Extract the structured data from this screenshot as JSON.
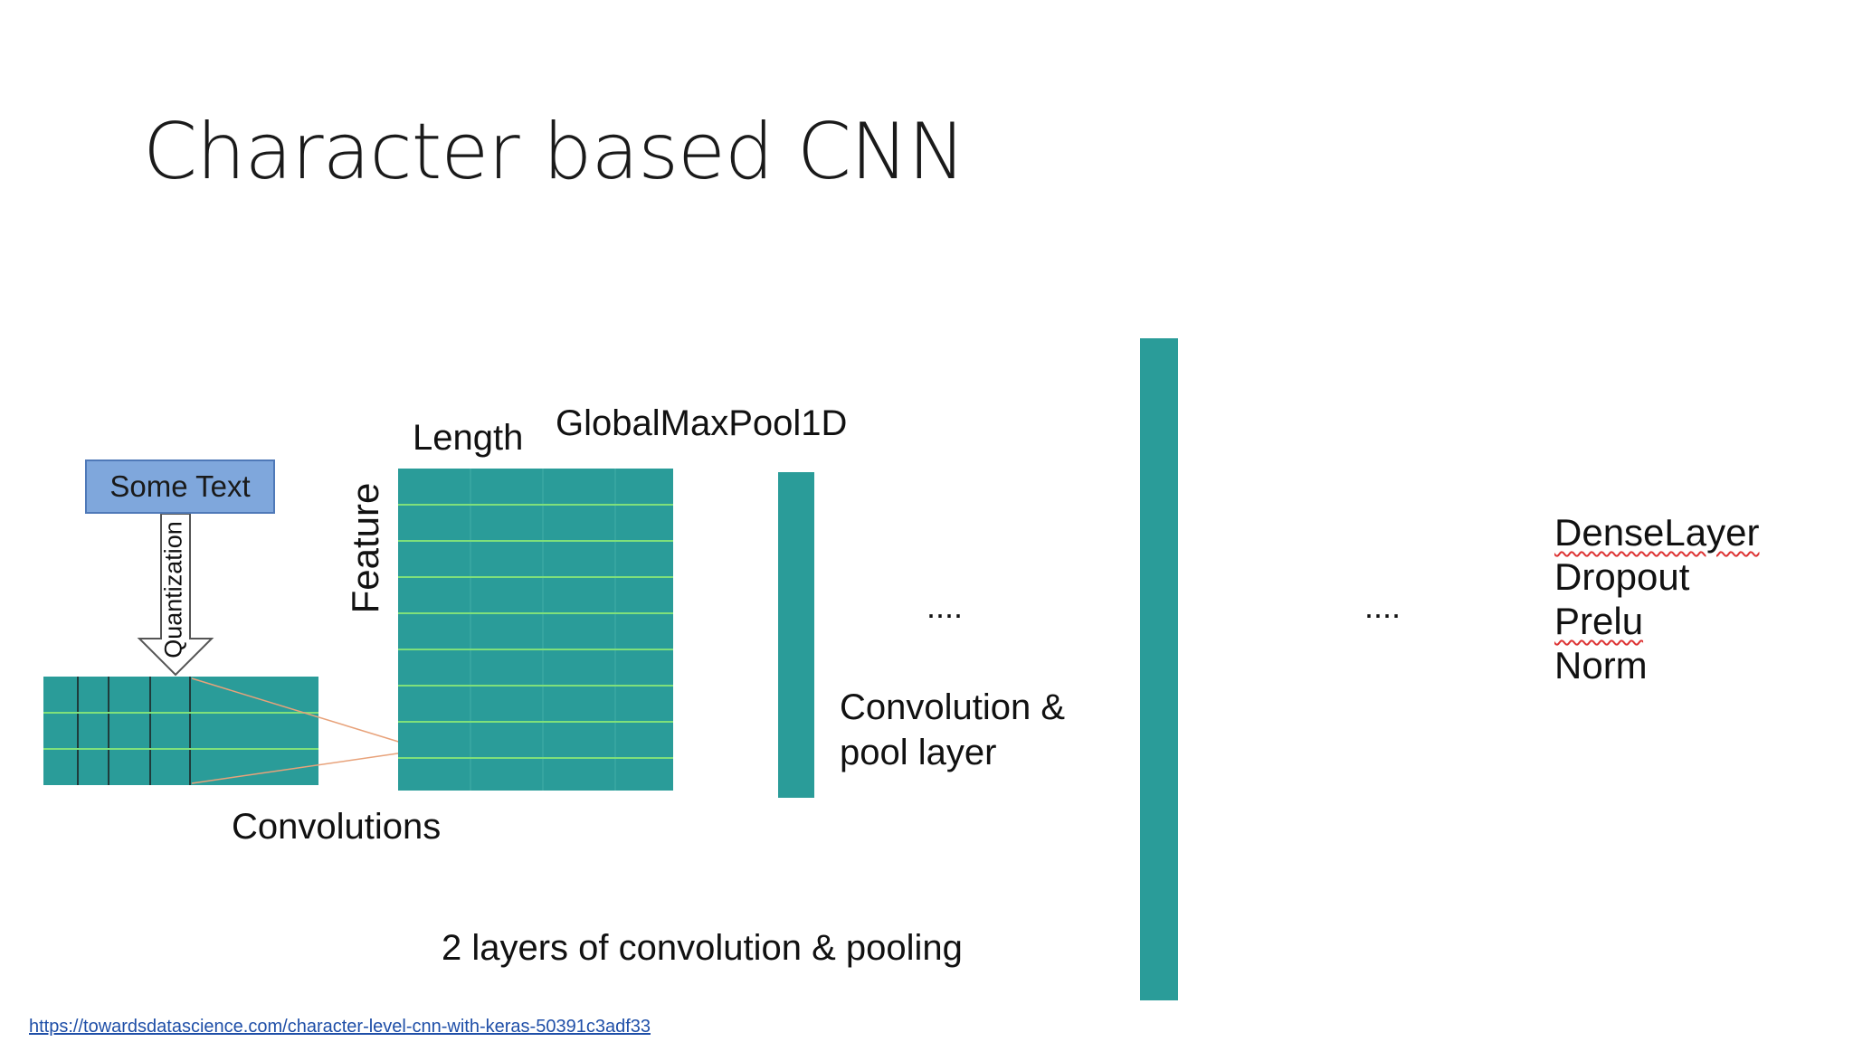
{
  "slide": {
    "title": "Character based CNN"
  },
  "diagram": {
    "input_box_label": "Some Text",
    "arrow_label": "Quantization",
    "feature_label": "Feature",
    "length_label": "Length",
    "globalmaxpool_label": "GlobalMaxPool1D",
    "convolutions_label": "Convolutions",
    "conv_pool_label_line1": "Convolution &",
    "conv_pool_label_line2": "pool layer",
    "dots_1": "....",
    "dots_2": "....",
    "layers_caption": "2 layers of convolution & pooling",
    "dense_list": {
      "item1": "DenseLayer",
      "item2": "Dropout",
      "item3": "Prelu",
      "item4": "Norm"
    },
    "colors": {
      "teal": "#2a9c99",
      "grid_line": "#7fe07a",
      "dark_line": "#1f3b3b",
      "box_fill": "#7fa7dc",
      "connector": "#e8a27a"
    }
  },
  "footer": {
    "source_link": "https://towardsdatascience.com/character-level-cnn-with-keras-50391c3adf33"
  }
}
